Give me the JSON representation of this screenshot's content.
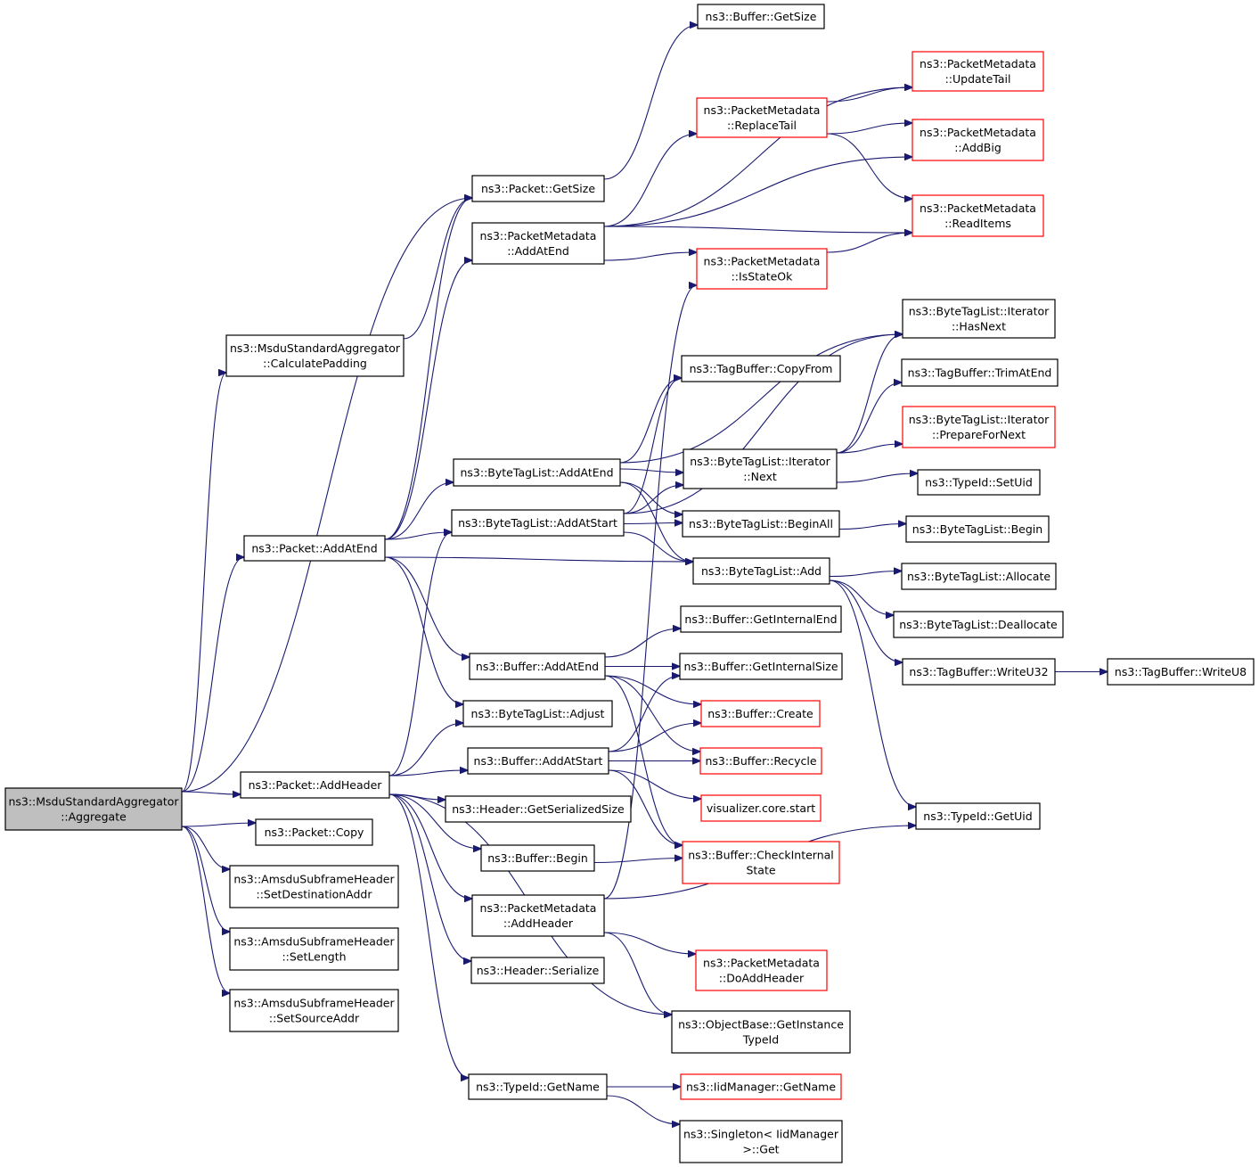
{
  "colors": {
    "edge": "#191970",
    "border_normal": "#000000",
    "border_truncated": "#ff0000",
    "root_fill": "#bfbfbf",
    "node_fill": "#ffffff"
  },
  "nodes": [
    {
      "id": "root",
      "lines": [
        "ns3::MsduStandardAggregator",
        "::Aggregate"
      ],
      "style": "root"
    },
    {
      "id": "buf_getsize",
      "lines": [
        "ns3::Buffer::GetSize"
      ],
      "style": "normal"
    },
    {
      "id": "pm_updatetail",
      "lines": [
        "ns3::PacketMetadata",
        "::UpdateTail"
      ],
      "style": "truncated"
    },
    {
      "id": "pm_replacetail",
      "lines": [
        "ns3::PacketMetadata",
        "::ReplaceTail"
      ],
      "style": "truncated"
    },
    {
      "id": "pm_addbig",
      "lines": [
        "ns3::PacketMetadata",
        "::AddBig"
      ],
      "style": "truncated"
    },
    {
      "id": "pkt_getsize",
      "lines": [
        "ns3::Packet::GetSize"
      ],
      "style": "normal"
    },
    {
      "id": "pm_addatend",
      "lines": [
        "ns3::PacketMetadata",
        "::AddAtEnd"
      ],
      "style": "normal"
    },
    {
      "id": "pm_readitems",
      "lines": [
        "ns3::PacketMetadata",
        "::ReadItems"
      ],
      "style": "truncated"
    },
    {
      "id": "pm_isstateok",
      "lines": [
        "ns3::PacketMetadata",
        "::IsStateOk"
      ],
      "style": "truncated"
    },
    {
      "id": "btli_hasnext",
      "lines": [
        "ns3::ByteTagList::Iterator",
        "::HasNext"
      ],
      "style": "normal"
    },
    {
      "id": "msdu_calcpad",
      "lines": [
        "ns3::MsduStandardAggregator",
        "::CalculatePadding"
      ],
      "style": "normal"
    },
    {
      "id": "tb_copyfrom",
      "lines": [
        "ns3::TagBuffer::CopyFrom"
      ],
      "style": "normal"
    },
    {
      "id": "tb_trimatend",
      "lines": [
        "ns3::TagBuffer::TrimAtEnd"
      ],
      "style": "normal"
    },
    {
      "id": "btli_preparefornext",
      "lines": [
        "ns3::ByteTagList::Iterator",
        "::PrepareForNext"
      ],
      "style": "truncated"
    },
    {
      "id": "btl_addatend",
      "lines": [
        "ns3::ByteTagList::AddAtEnd"
      ],
      "style": "normal"
    },
    {
      "id": "btli_next",
      "lines": [
        "ns3::ByteTagList::Iterator",
        "::Next"
      ],
      "style": "normal"
    },
    {
      "id": "typeid_setuid",
      "lines": [
        "ns3::TypeId::SetUid"
      ],
      "style": "normal"
    },
    {
      "id": "btl_addatstart",
      "lines": [
        "ns3::ByteTagList::AddAtStart"
      ],
      "style": "normal"
    },
    {
      "id": "btl_beginall",
      "lines": [
        "ns3::ByteTagList::BeginAll"
      ],
      "style": "normal"
    },
    {
      "id": "btl_begin",
      "lines": [
        "ns3::ByteTagList::Begin"
      ],
      "style": "normal"
    },
    {
      "id": "pkt_addatend",
      "lines": [
        "ns3::Packet::AddAtEnd"
      ],
      "style": "normal"
    },
    {
      "id": "btl_add",
      "lines": [
        "ns3::ByteTagList::Add"
      ],
      "style": "normal"
    },
    {
      "id": "btl_allocate",
      "lines": [
        "ns3::ByteTagList::Allocate"
      ],
      "style": "normal"
    },
    {
      "id": "buf_getinternalend",
      "lines": [
        "ns3::Buffer::GetInternalEnd"
      ],
      "style": "normal"
    },
    {
      "id": "btl_deallocate",
      "lines": [
        "ns3::ByteTagList::Deallocate"
      ],
      "style": "normal"
    },
    {
      "id": "buf_addatend",
      "lines": [
        "ns3::Buffer::AddAtEnd"
      ],
      "style": "normal"
    },
    {
      "id": "buf_getinternalsize",
      "lines": [
        "ns3::Buffer::GetInternalSize"
      ],
      "style": "normal"
    },
    {
      "id": "tb_writeu32",
      "lines": [
        "ns3::TagBuffer::WriteU32"
      ],
      "style": "normal"
    },
    {
      "id": "tb_writeu8",
      "lines": [
        "ns3::TagBuffer::WriteU8"
      ],
      "style": "normal"
    },
    {
      "id": "buf_create",
      "lines": [
        "ns3::Buffer::Create"
      ],
      "style": "truncated"
    },
    {
      "id": "btl_adjust",
      "lines": [
        "ns3::ByteTagList::Adjust"
      ],
      "style": "normal"
    },
    {
      "id": "buf_addatstart",
      "lines": [
        "ns3::Buffer::AddAtStart"
      ],
      "style": "normal"
    },
    {
      "id": "buf_recycle",
      "lines": [
        "ns3::Buffer::Recycle"
      ],
      "style": "truncated"
    },
    {
      "id": "pkt_addheader",
      "lines": [
        "ns3::Packet::AddHeader"
      ],
      "style": "normal"
    },
    {
      "id": "hdr_getserializedsize",
      "lines": [
        "ns3::Header::GetSerializedSize"
      ],
      "style": "normal"
    },
    {
      "id": "viz_start",
      "lines": [
        "visualizer.core.start"
      ],
      "style": "truncated"
    },
    {
      "id": "typeid_getuid",
      "lines": [
        "ns3::TypeId::GetUid"
      ],
      "style": "normal"
    },
    {
      "id": "pkt_copy",
      "lines": [
        "ns3::Packet::Copy"
      ],
      "style": "normal"
    },
    {
      "id": "buf_begin",
      "lines": [
        "ns3::Buffer::Begin"
      ],
      "style": "normal"
    },
    {
      "id": "buf_checkinternal",
      "lines": [
        "ns3::Buffer::CheckInternal",
        "State"
      ],
      "style": "truncated"
    },
    {
      "id": "amsdu_setdest",
      "lines": [
        "ns3::AmsduSubframeHeader",
        "::SetDestinationAddr"
      ],
      "style": "normal"
    },
    {
      "id": "pm_addheader",
      "lines": [
        "ns3::PacketMetadata",
        "::AddHeader"
      ],
      "style": "normal"
    },
    {
      "id": "amsdu_setlength",
      "lines": [
        "ns3::AmsduSubframeHeader",
        "::SetLength"
      ],
      "style": "normal"
    },
    {
      "id": "pm_doaddheader",
      "lines": [
        "ns3::PacketMetadata",
        "::DoAddHeader"
      ],
      "style": "truncated"
    },
    {
      "id": "hdr_serialize",
      "lines": [
        "ns3::Header::Serialize"
      ],
      "style": "normal"
    },
    {
      "id": "amsdu_setsource",
      "lines": [
        "ns3::AmsduSubframeHeader",
        "::SetSourceAddr"
      ],
      "style": "normal"
    },
    {
      "id": "ob_getinstancetypeid",
      "lines": [
        "ns3::ObjectBase::GetInstance",
        "TypeId"
      ],
      "style": "normal"
    },
    {
      "id": "typeid_getname",
      "lines": [
        "ns3::TypeId::GetName"
      ],
      "style": "normal"
    },
    {
      "id": "iid_getname",
      "lines": [
        "ns3::IidManager::GetName"
      ],
      "style": "truncated"
    },
    {
      "id": "singleton_get",
      "lines": [
        "ns3::Singleton< IidManager",
        ">::Get"
      ],
      "style": "normal"
    }
  ],
  "edges": [
    [
      "root",
      "pkt_getsize"
    ],
    [
      "root",
      "msdu_calcpad"
    ],
    [
      "root",
      "pkt_addatend"
    ],
    [
      "root",
      "pkt_addheader"
    ],
    [
      "root",
      "pkt_copy"
    ],
    [
      "root",
      "amsdu_setdest"
    ],
    [
      "root",
      "amsdu_setlength"
    ],
    [
      "root",
      "amsdu_setsource"
    ],
    [
      "pkt_getsize",
      "buf_getsize"
    ],
    [
      "msdu_calcpad",
      "pkt_getsize"
    ],
    [
      "pkt_addatend",
      "pkt_getsize"
    ],
    [
      "pkt_addatend",
      "pm_addatend"
    ],
    [
      "pkt_addatend",
      "btl_addatend"
    ],
    [
      "pkt_addatend",
      "btl_addatstart"
    ],
    [
      "pkt_addatend",
      "btl_add"
    ],
    [
      "pkt_addatend",
      "buf_addatend"
    ],
    [
      "pkt_addatend",
      "btl_adjust"
    ],
    [
      "pm_addatend",
      "pm_updatetail"
    ],
    [
      "pm_addatend",
      "pm_replacetail"
    ],
    [
      "pm_addatend",
      "pm_addbig"
    ],
    [
      "pm_addatend",
      "pm_readitems"
    ],
    [
      "pm_addatend",
      "pm_isstateok"
    ],
    [
      "pm_replacetail",
      "pm_updatetail"
    ],
    [
      "pm_replacetail",
      "pm_addbig"
    ],
    [
      "pm_replacetail",
      "pm_readitems"
    ],
    [
      "pm_isstateok",
      "pm_readitems"
    ],
    [
      "btl_addatend",
      "btli_hasnext"
    ],
    [
      "btl_addatend",
      "tb_copyfrom"
    ],
    [
      "btl_addatend",
      "btli_next"
    ],
    [
      "btl_addatend",
      "btl_beginall"
    ],
    [
      "btl_addatend",
      "btl_add"
    ],
    [
      "btl_addatstart",
      "btli_hasnext"
    ],
    [
      "btl_addatstart",
      "tb_copyfrom"
    ],
    [
      "btl_addatstart",
      "btli_next"
    ],
    [
      "btl_addatstart",
      "btl_beginall"
    ],
    [
      "btl_addatstart",
      "btl_add"
    ],
    [
      "btli_next",
      "btli_hasnext"
    ],
    [
      "btli_next",
      "tb_trimatend"
    ],
    [
      "btli_next",
      "btli_preparefornext"
    ],
    [
      "btli_next",
      "typeid_setuid"
    ],
    [
      "btl_beginall",
      "btl_begin"
    ],
    [
      "btl_add",
      "btl_allocate"
    ],
    [
      "btl_add",
      "btl_deallocate"
    ],
    [
      "btl_add",
      "tb_writeu32"
    ],
    [
      "btl_add",
      "typeid_getuid"
    ],
    [
      "tb_writeu32",
      "tb_writeu8"
    ],
    [
      "buf_addatend",
      "buf_getinternalend"
    ],
    [
      "buf_addatend",
      "buf_getinternalsize"
    ],
    [
      "buf_addatend",
      "buf_create"
    ],
    [
      "buf_addatend",
      "buf_recycle"
    ],
    [
      "buf_addatend",
      "buf_checkinternal"
    ],
    [
      "buf_addatstart",
      "buf_getinternalsize"
    ],
    [
      "buf_addatstart",
      "buf_create"
    ],
    [
      "buf_addatstart",
      "buf_recycle"
    ],
    [
      "buf_addatstart",
      "viz_start"
    ],
    [
      "buf_addatstart",
      "buf_checkinternal"
    ],
    [
      "pkt_addheader",
      "btl_addatstart"
    ],
    [
      "pkt_addheader",
      "btl_adjust"
    ],
    [
      "pkt_addheader",
      "buf_addatstart"
    ],
    [
      "pkt_addheader",
      "hdr_getserializedsize"
    ],
    [
      "pkt_addheader",
      "buf_begin"
    ],
    [
      "pkt_addheader",
      "pm_addheader"
    ],
    [
      "pkt_addheader",
      "hdr_serialize"
    ],
    [
      "pkt_addheader",
      "ob_getinstancetypeid"
    ],
    [
      "pkt_addheader",
      "typeid_getname"
    ],
    [
      "buf_begin",
      "buf_checkinternal"
    ],
    [
      "pm_addheader",
      "pm_isstateok"
    ],
    [
      "pm_addheader",
      "typeid_getuid"
    ],
    [
      "pm_addheader",
      "pm_doaddheader"
    ],
    [
      "pm_addheader",
      "ob_getinstancetypeid"
    ],
    [
      "typeid_getname",
      "iid_getname"
    ],
    [
      "typeid_getname",
      "singleton_get"
    ]
  ]
}
